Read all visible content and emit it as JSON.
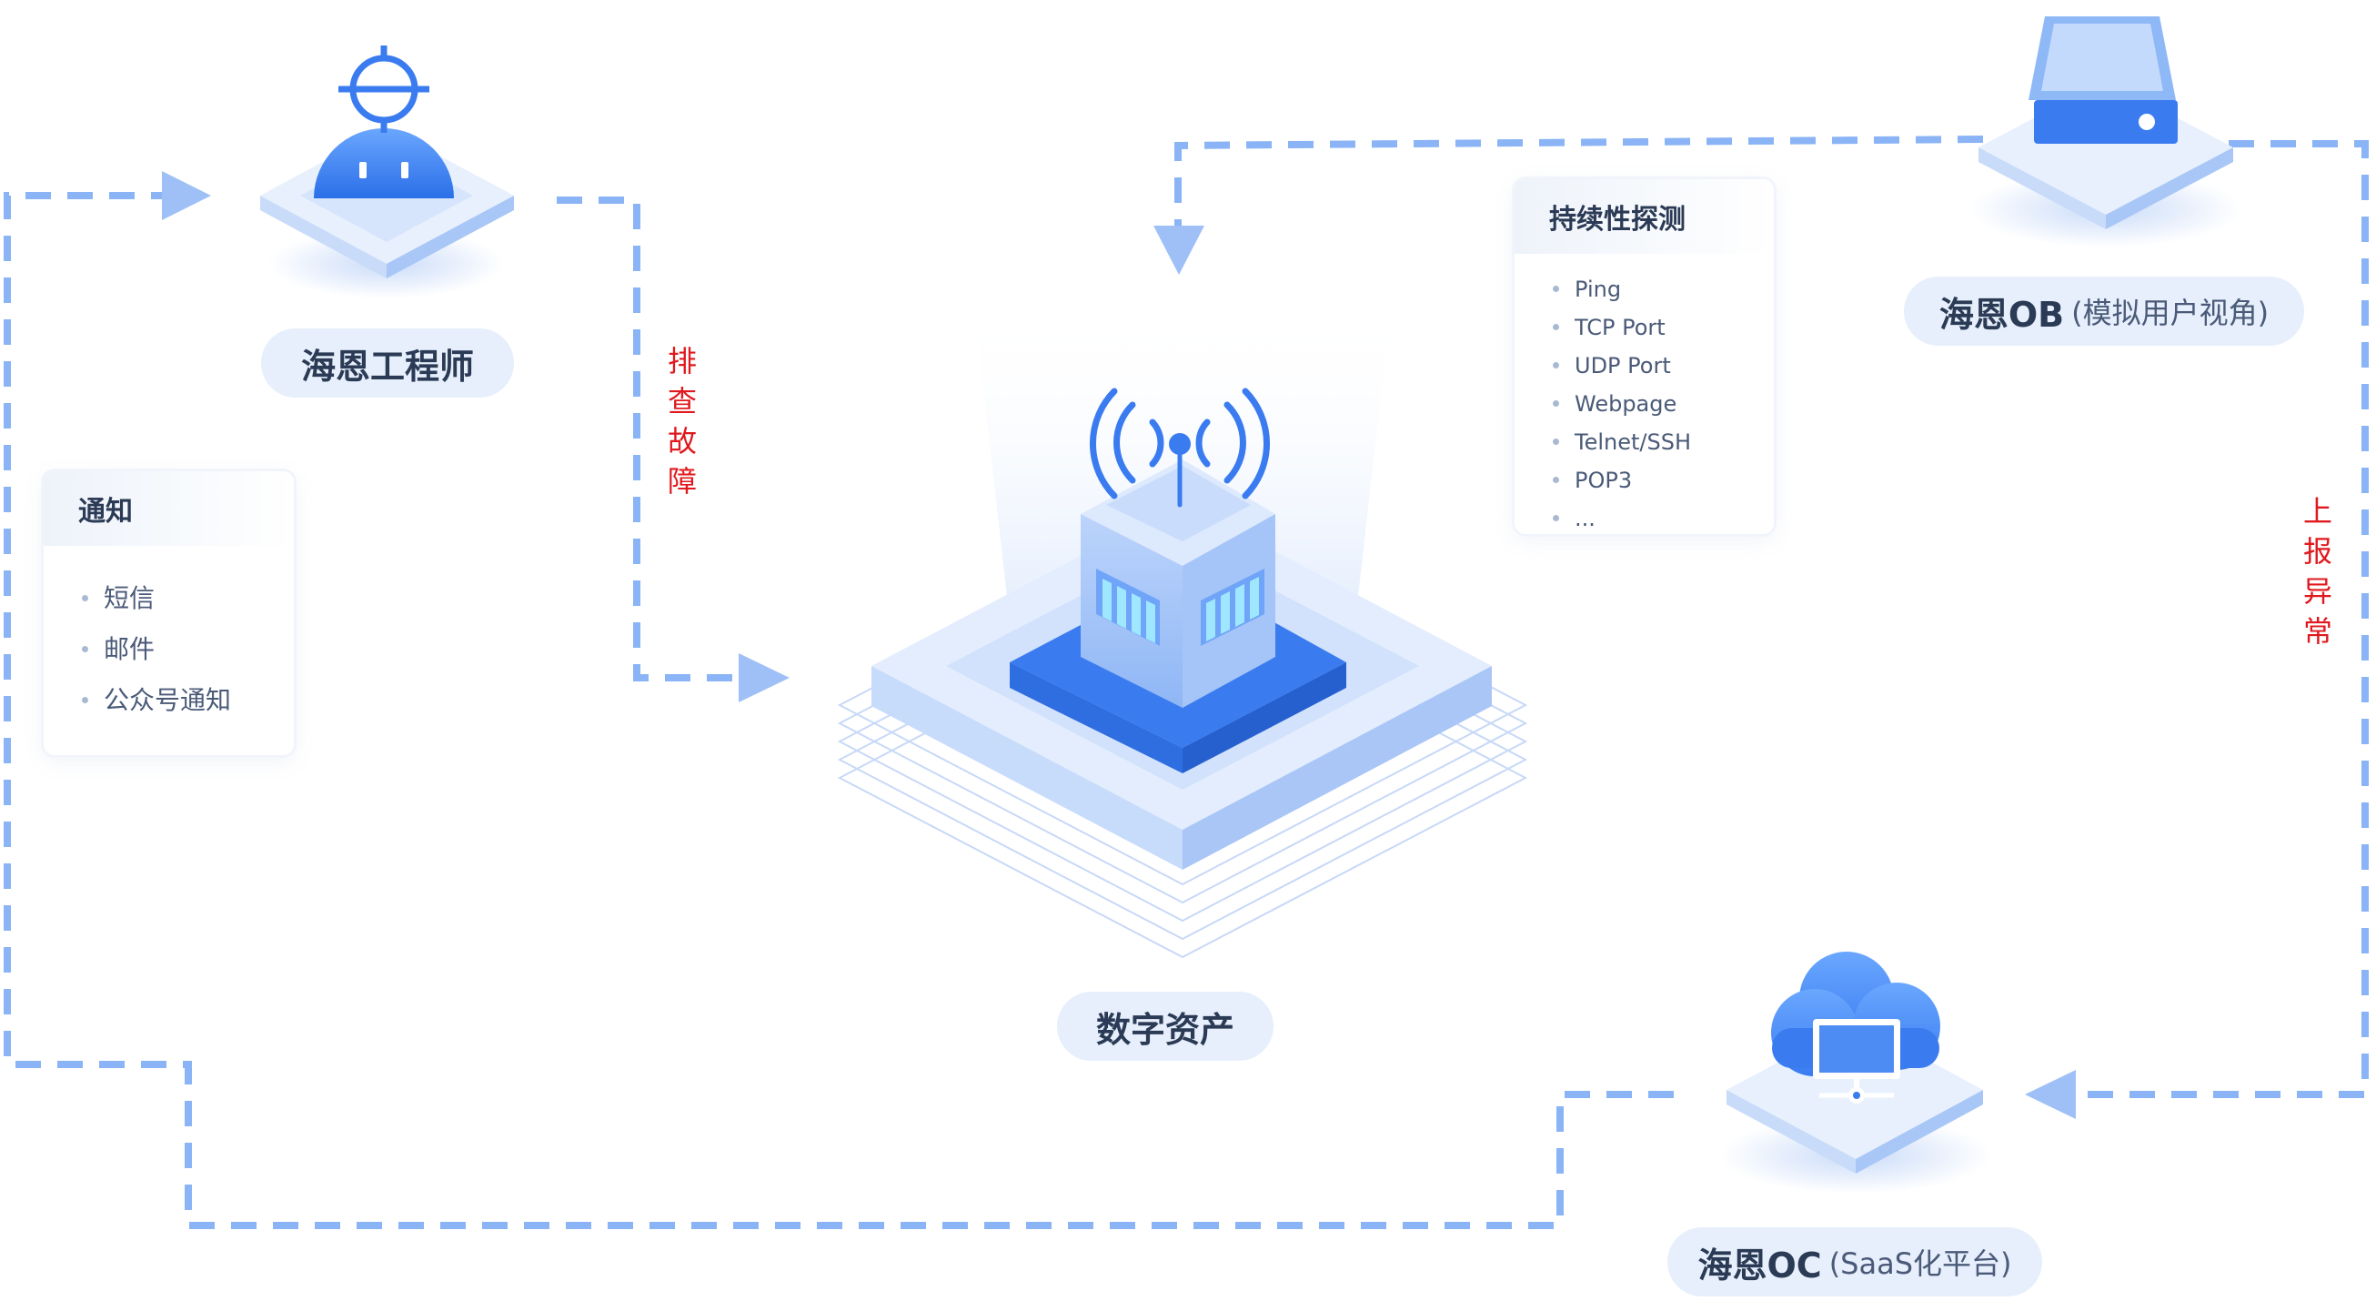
{
  "nodes": {
    "engineer": "海恩工程师",
    "asset": "数字资产",
    "ob": {
      "name": "海恩OB",
      "note": "(模拟用户视角)"
    },
    "oc": {
      "name": "海恩OC",
      "note": "(SaaS化平台)"
    }
  },
  "notify": {
    "title": "通知",
    "items": [
      "短信",
      "邮件",
      "公众号通知"
    ]
  },
  "probe": {
    "title": "持续性探测",
    "items": [
      "Ping",
      "TCP Port",
      "UDP Port",
      "Webpage",
      "Telnet/SSH",
      "POP3",
      "..."
    ]
  },
  "edges": {
    "troubleshoot": "排查故障",
    "report": "上报异常"
  },
  "colors": {
    "flow": "#8ab4f5",
    "accent": "#3a7cf0",
    "label_red": "#e0191e",
    "text_dark": "#2b3a55",
    "pill_bg": "#e6effb"
  },
  "icons": [
    "engineer-icon",
    "server-icon",
    "cloud-monitor-icon",
    "radio-antenna-icon",
    "arrow-right-icon",
    "arrow-down-icon",
    "arrow-left-icon"
  ]
}
